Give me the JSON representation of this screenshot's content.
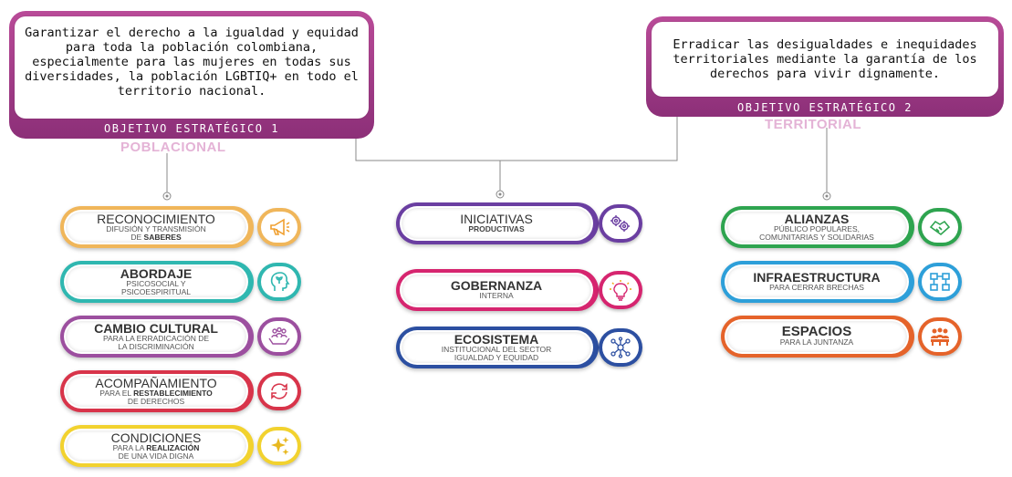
{
  "objectives": [
    {
      "text": "Garantizar el derecho a la igualdad y equidad para toda la población colombiana, especialmente para las mujeres en todas sus diversidades, la población LGBTIQ+ en todo el territorio nacional.",
      "bar": "OBJETIVO ESTRATÉGICO 1",
      "sub": "POBLACIONAL",
      "color": "#a33d8a"
    },
    {
      "text": "Erradicar las desigualdades e inequidades territoriales mediante la garantía de los derechos para vivir dignamente.",
      "bar": "OBJETIVO ESTRATÉGICO 2",
      "sub": "TERRITORIAL",
      "color": "#a33d8a"
    }
  ],
  "col1": [
    {
      "title": "RECONOCIMIENTO",
      "line1": "DIFUSIÓN Y TRANSMISIÓN",
      "line2a": "DE ",
      "line2b": "SABERES",
      "color": "#f0b65a",
      "icon": "megaphone-icon"
    },
    {
      "title": "ABORDAJE",
      "line1": "PSICOSOCIAL Y",
      "line2a": "PSICOESPIRITUAL",
      "line2b": "",
      "color": "#2fb7b0",
      "icon": "head-sprout-icon"
    },
    {
      "title": "CAMBIO CULTURAL",
      "line1": "PARA LA ERRADICACIÓN DE",
      "line2a": "LA DISCRIMINACIÓN",
      "line2b": "",
      "color": "#9c4f9f",
      "icon": "people-hands-icon"
    },
    {
      "title": "ACOMPAÑAMIENTO",
      "line1a": "PARA EL ",
      "line1b": "RESTABLECIMIENTO",
      "line2a": "DE DERECHOS",
      "line2b": "",
      "color": "#d8344a",
      "icon": "refresh-cycle-icon"
    },
    {
      "title": "CONDICIONES",
      "line1a": "PARA LA ",
      "line1b": "REALIZACIÓN",
      "line2a": "DE UNA VIDA DIGNA",
      "line2b": "",
      "color": "#f2d22e",
      "icon": "sparkles-icon"
    }
  ],
  "col2": [
    {
      "title": "INICIATIVAS",
      "line1": "PRODUCTIVAS",
      "color": "#6a3ea1",
      "icon": "gears-icon"
    },
    {
      "title": "GOBERNANZA",
      "line1": "INTERNA",
      "color": "#d6256f",
      "icon": "lightbulb-icon"
    },
    {
      "title": "ECOSISTEMA",
      "line1": "INSTITUCIONAL DEL SECTOR",
      "line2": "IGUALDAD Y EQUIDAD",
      "color": "#2c4fa1",
      "icon": "network-icon"
    }
  ],
  "col3": [
    {
      "title": "ALIANZAS",
      "line1": "PÚBLICO POPULARES,",
      "line2": "COMUNITARIAS Y SOLIDARIAS",
      "color": "#2ea44f",
      "icon": "handshake-icon"
    },
    {
      "title": "INFRAESTRUCTURA",
      "line1": "PARA CERRAR BRECHAS",
      "color": "#2d9fd9",
      "icon": "flowchart-icon"
    },
    {
      "title": "ESPACIOS",
      "line1": "PARA LA JUNTANZA",
      "color": "#e5632a",
      "icon": "group-icon"
    }
  ]
}
